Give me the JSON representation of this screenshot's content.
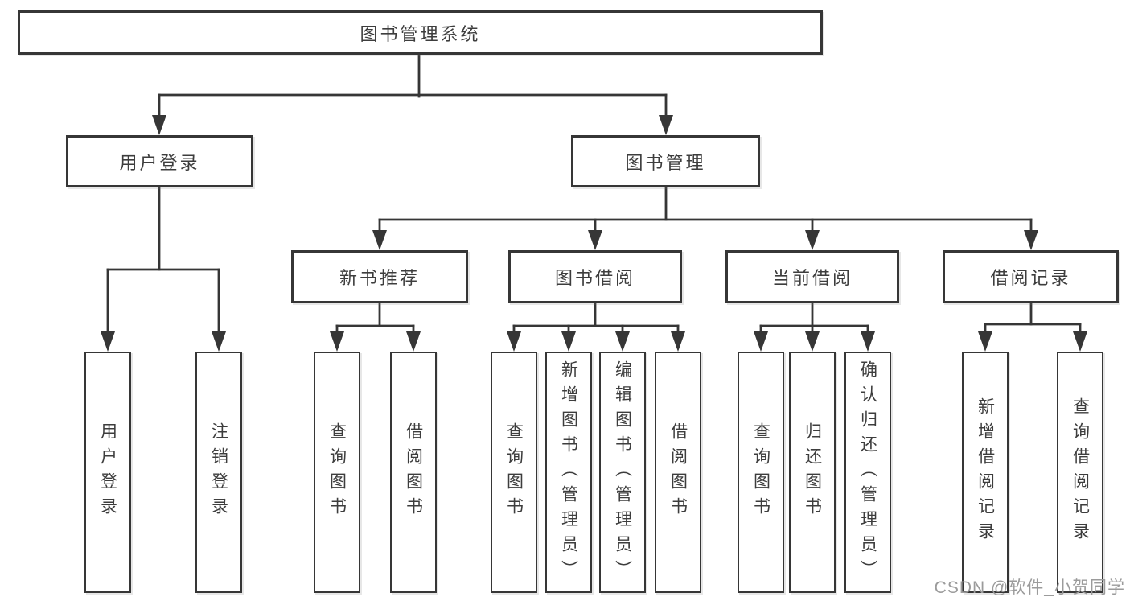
{
  "nodes": {
    "root": {
      "label": "图书管理系统"
    },
    "level2": [
      {
        "label": "用户登录",
        "parent": "图书管理系统"
      },
      {
        "label": "图书管理",
        "parent": "图书管理系统"
      }
    ],
    "level3": [
      {
        "label": "新书推荐",
        "parent": "图书管理"
      },
      {
        "label": "图书借阅",
        "parent": "图书管理"
      },
      {
        "label": "当前借阅",
        "parent": "图书管理"
      },
      {
        "label": "借阅记录",
        "parent": "图书管理"
      }
    ],
    "leaves": [
      {
        "label": "用户登录",
        "parent": "用户登录"
      },
      {
        "label": "注销登录",
        "parent": "用户登录"
      },
      {
        "label": "查询图书",
        "parent": "新书推荐"
      },
      {
        "label": "借阅图书",
        "parent": "新书推荐"
      },
      {
        "label": "查询图书",
        "parent": "图书借阅"
      },
      {
        "label": "新增图书（管理员）",
        "parent": "图书借阅"
      },
      {
        "label": "编辑图书（管理员）",
        "parent": "图书借阅"
      },
      {
        "label": "借阅图书",
        "parent": "图书借阅"
      },
      {
        "label": "查询图书",
        "parent": "当前借阅"
      },
      {
        "label": "归还图书",
        "parent": "当前借阅"
      },
      {
        "label": "确认归还（管理员）",
        "parent": "当前借阅"
      },
      {
        "label": "新增借阅记录",
        "parent": "借阅记录"
      },
      {
        "label": "查询借阅记录",
        "parent": "借阅记录"
      }
    ]
  },
  "watermark": {
    "text": "CSDN @软件_小贺同学",
    "color": "#9b9b9b"
  },
  "colors": {
    "line": "#363636",
    "box_border": "#363636",
    "text": "#3d3d3d",
    "background": "#ffffff"
  }
}
